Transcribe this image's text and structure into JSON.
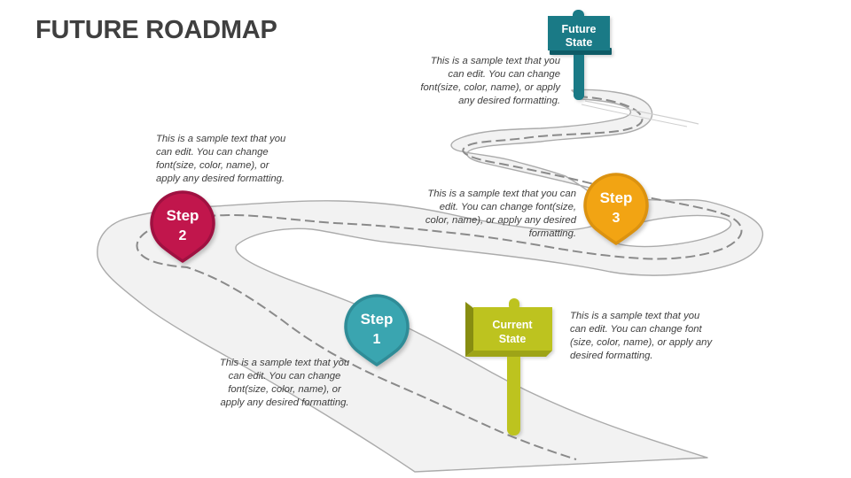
{
  "slide": {
    "title": "FUTURE ROADMAP",
    "background": "#ffffff",
    "title_color": "#3f3f3f"
  },
  "road": {
    "surface_color": "#F2F2F2",
    "edge_color": "#ABABAB",
    "dash_color": "#8A8A8A",
    "hole_color": "#FFFFFF",
    "shadow_line_color": "#CFCFCF"
  },
  "pins": {
    "step1": {
      "label": "Step",
      "number": "1",
      "color": "#3AA5B0",
      "border": "#2F8C97"
    },
    "step2": {
      "label": "Step",
      "number": "2",
      "color": "#C1164C",
      "border": "#9F1141"
    },
    "step3": {
      "label": "Step",
      "number": "3",
      "color": "#F2A413",
      "border": "#DB9210"
    }
  },
  "signs": {
    "future": {
      "line1": "Future",
      "line2": "State",
      "color": "#1A7A86",
      "edge": "#0E5B66"
    },
    "current": {
      "line1": "Current",
      "line2": "State",
      "color": "#BDC31F",
      "edge": "#878D11",
      "edge2": "#9EA417"
    }
  },
  "notes": {
    "future_note": {
      "line1": "This is a sample text that you",
      "line2": "can edit. You can change",
      "line3": "font(size, color, name), or apply",
      "line4": "any desired formatting."
    },
    "step2_note": {
      "line1": "This is a sample text that you",
      "line2": "can edit. You can change",
      "line3": "font(size, color, name), or",
      "line4": "apply any desired formatting."
    },
    "step3_note": {
      "line1": "This is a sample text that you can",
      "line2": "edit. You can change font(size,",
      "line3": "color, name), or apply any desired",
      "line4": "formatting."
    },
    "current_note": {
      "line1": "This is a sample text that you",
      "line2": "can edit. You can change font",
      "line3": "(size, color, name), or apply any",
      "line4": "desired formatting."
    },
    "step1_note": {
      "line1": "This is a sample text that you",
      "line2": "can edit. You can change",
      "line3": "font(size, color, name), or",
      "line4": "apply any desired formatting."
    }
  }
}
